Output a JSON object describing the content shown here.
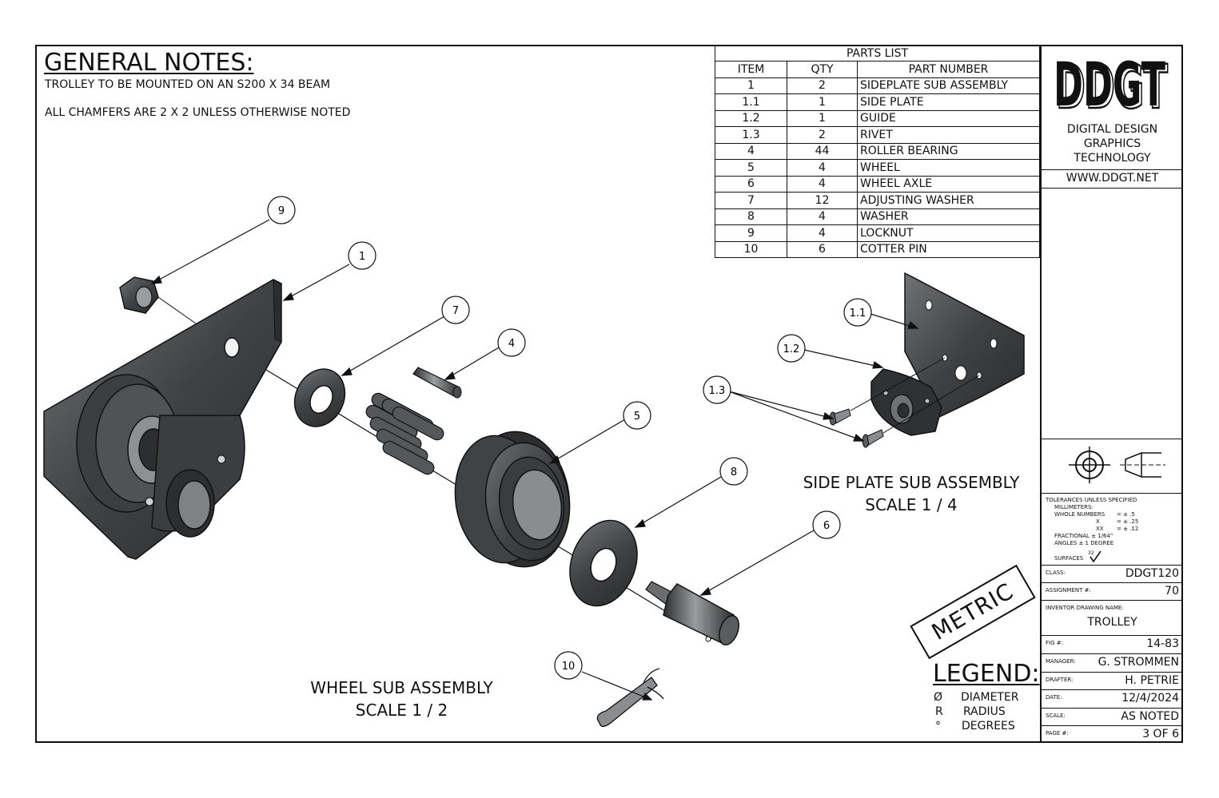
{
  "general_notes": {
    "title": "GENERAL NOTES:",
    "lines": [
      "TROLLEY TO BE MOUNTED ON AN S200 X 34 BEAM",
      "ALL CHAMFERS ARE 2 X 2 UNLESS OTHERWISE NOTED"
    ]
  },
  "parts_list": {
    "title": "PARTS LIST",
    "headers": [
      "ITEM",
      "QTY",
      "PART NUMBER"
    ],
    "rows": [
      [
        "1",
        "2",
        "SIDEPLATE SUB ASSEMBLY"
      ],
      [
        "1.1",
        "1",
        "SIDE PLATE"
      ],
      [
        "1.2",
        "1",
        "GUIDE"
      ],
      [
        "1.3",
        "2",
        "RIVET"
      ],
      [
        "4",
        "44",
        "ROLLER BEARING"
      ],
      [
        "5",
        "4",
        "WHEEL"
      ],
      [
        "6",
        "4",
        "WHEEL AXLE"
      ],
      [
        "7",
        "12",
        "ADJUSTING WASHER"
      ],
      [
        "8",
        "4",
        "WASHER"
      ],
      [
        "9",
        "4",
        "LOCKNUT"
      ],
      [
        "10",
        "6",
        "COTTER PIN"
      ]
    ]
  },
  "title_block": {
    "logo": "DDGT",
    "company_lines": [
      "DIGITAL DESIGN",
      "GRAPHICS",
      "TECHNOLOGY"
    ],
    "website": "WWW.DDGT.NET",
    "tolerances": {
      "header": "TOLERANCES UNLESS SPECIFIED",
      "units": "MILLIMETERS:",
      "whole": "WHOLE NUMBERS",
      "whole_val": "= ± .5",
      "x": "X",
      "x_val": "= ± .25",
      "xx": "XX",
      "xx_val": "= ± .12",
      "fractional": "FRACTIONAL ± 1/64\"",
      "angles": "ANGLES ± 1 DEGREE",
      "surfaces": "SURFACES",
      "surface_value": "32"
    },
    "class_label": "CLASS:",
    "class_value": "DDGT120",
    "assignment_label": "ASSIGNMENT #:",
    "assignment_value": "70",
    "drawing_name_label": "INVENTOR DRAWING NAME:",
    "drawing_name_value": "TROLLEY",
    "fig_label": "FIG #:",
    "fig_value": "14-83",
    "manager_label": "MANAGER:",
    "manager_value": "G. STROMMEN",
    "drafter_label": "DRAFTER:",
    "drafter_value": "H. PETRIE",
    "date_label": "DATE:",
    "date_value": "12/4/2024",
    "scale_label": "SCALE:",
    "scale_value": "AS NOTED",
    "page_label": "PAGE #:",
    "page_value": "3 OF 6"
  },
  "stamp": "METRIC",
  "legend": {
    "title": "LEGEND:",
    "items": [
      {
        "symbol": "Ø",
        "text": "DIAMETER"
      },
      {
        "symbol": "R",
        "text": "RADIUS"
      },
      {
        "symbol": "°",
        "text": "DEGREES"
      }
    ]
  },
  "views": {
    "wheel": {
      "name": "WHEEL SUB ASSEMBLY",
      "scale": "SCALE 1 / 2"
    },
    "side_plate": {
      "name": "SIDE PLATE SUB ASSEMBLY",
      "scale": "SCALE 1 / 4"
    }
  },
  "balloons": {
    "b9": "9",
    "b1": "1",
    "b7": "7",
    "b4": "4",
    "b5": "5",
    "b8": "8",
    "b6": "6",
    "b10": "10",
    "b11": "1.1",
    "b12": "1.2",
    "b13": "1.3"
  },
  "colors": {
    "part_fill": "#4a4d4f",
    "part_dark": "#2a2c2d",
    "part_light": "#8a8d8f",
    "line": "#111111"
  }
}
